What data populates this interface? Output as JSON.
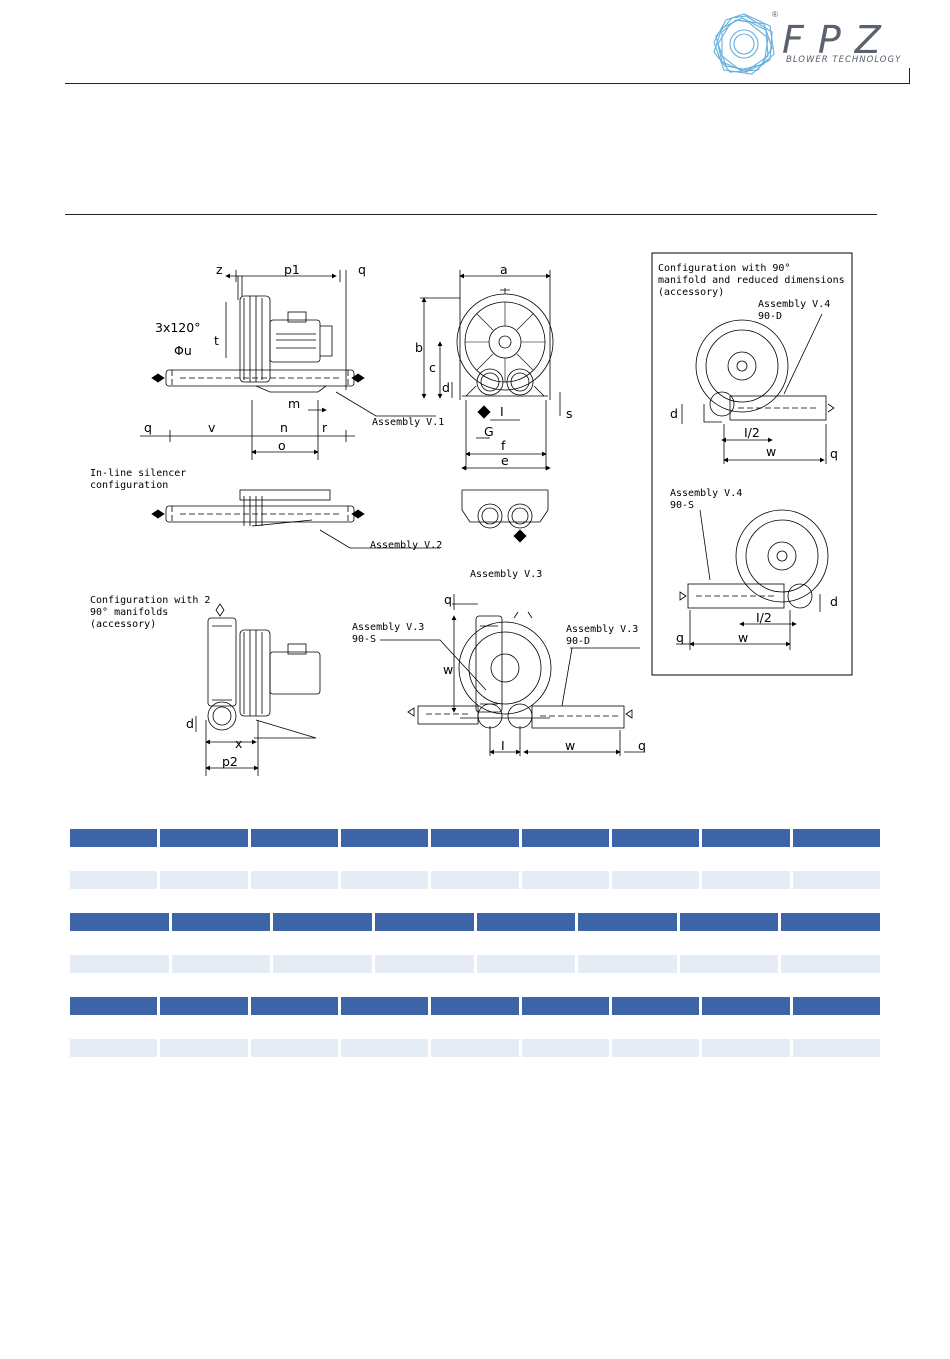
{
  "brand": {
    "name": "FPZ",
    "tagline": "BLOWER TECHNOLOGY",
    "registered": "®",
    "color": "#5a6270",
    "logo_color": "#4aa0d8"
  },
  "drawing": {
    "labels": {
      "assembly_v1": "Assembly V.1",
      "assembly_v2": "Assembly V.2",
      "assembly_v3": "Assembly V.3",
      "assembly_v3_90s_1": "Assembly V.3",
      "assembly_v3_90s_2": "90-S",
      "assembly_v3_90d_1": "Assembly V.3",
      "assembly_v3_90d_2": "90-D",
      "assembly_v4_90d_1": "Assembly V.4",
      "assembly_v4_90d_2": "90-D",
      "assembly_v4_90s_1": "Assembly V.4",
      "assembly_v4_90s_2": "90-S",
      "inline_1": "In-line silencer",
      "inline_2": "configuration",
      "two_manifolds_1": "Configuration with 2",
      "two_manifolds_2": "90° manifolds",
      "two_manifolds_3": "(accessory)",
      "reduced_1": "Configuration with 90°",
      "reduced_2": "manifold and reduced dimensions",
      "reduced_3": "(accessory)",
      "angle": "3x120°",
      "phi_u": "Φu"
    },
    "dims": [
      "z",
      "p1",
      "q",
      "t",
      "v",
      "n",
      "r",
      "m",
      "o",
      "q",
      "a",
      "b",
      "c",
      "d",
      "s",
      "I",
      "G",
      "f",
      "e",
      "d",
      "I/2",
      "w",
      "q",
      "d",
      "I/2",
      "q",
      "w",
      "q",
      "w",
      "d",
      "x",
      "p2",
      "I",
      "w",
      "q"
    ]
  },
  "tables": [
    {
      "header_cells": 9,
      "band_cells": 9
    },
    {
      "header_cells": 8,
      "band_cells": 8
    },
    {
      "header_cells": 9,
      "band_cells": 9
    }
  ],
  "colors": {
    "table_header": "#3c64a6",
    "table_band": "#e6ecf5",
    "line": "#222222"
  }
}
